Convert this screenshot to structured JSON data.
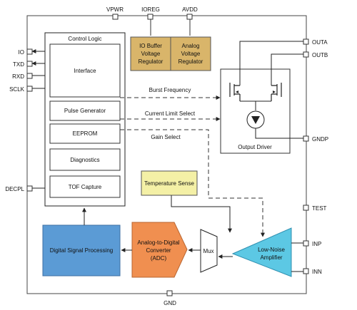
{
  "pins": {
    "top": [
      "VPWR",
      "IOREG",
      "AVDD"
    ],
    "left": [
      "IO",
      "TXD",
      "RXD",
      "SCLK",
      "DECPL"
    ],
    "right": [
      "OUTA",
      "OUTB",
      "GNDP",
      "TEST",
      "INP",
      "INN"
    ],
    "bottom": "GND"
  },
  "control_logic": {
    "title": "Control Logic",
    "interface": "Interface",
    "pulse_generator": "Pulse Generator",
    "eeprom": "EEPROM",
    "diagnostics": "Diagnostics",
    "tof_capture": "TOF Capture"
  },
  "regulators": {
    "io": [
      "IO Buffer",
      "Voltage",
      "Regulator"
    ],
    "analog": [
      "Analog",
      "Voltage",
      "Regulator"
    ]
  },
  "signals": {
    "burst": "Burst Frequency",
    "current_limit": "Current Limit Select",
    "gain": "Gain Select"
  },
  "output_driver": "Output Driver",
  "temperature_sense": "Temperature Sense",
  "dsp": "Digital Signal Processing",
  "adc": [
    "Analog-to-Digital",
    "Converter",
    "(ADC)"
  ],
  "mux": "Mux",
  "lna": [
    "Low-Noise",
    "Amplifier"
  ],
  "colors": {
    "regulator": "#d9b56a",
    "temperature": "#f4f0a6",
    "dsp": "#5b9bd5",
    "adc": "#f08f50",
    "lna": "#5cc8e4"
  }
}
